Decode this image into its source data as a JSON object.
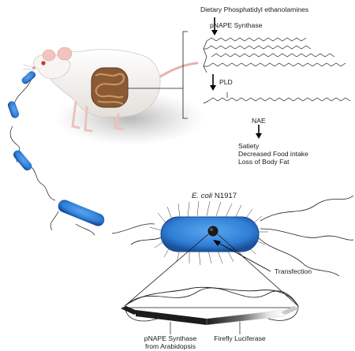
{
  "pathway": {
    "substrate": "Dietary Phosphatidyl ethanolamines",
    "enzyme_1": "pNAPE Synthase",
    "enzyme_2": "PLD",
    "product": "NAE",
    "effects": [
      "Satiety",
      "Decreased Food intake",
      "Loss of Body Fat"
    ]
  },
  "bacterium": {
    "species": "E. coli",
    "strain": "N1917",
    "step_label": "Transfection"
  },
  "plasmid": {
    "gene_1": "pNAPE Synthase",
    "gene_1_origin": "from Arabidopsis",
    "gene_2": "Firefly Luciferase"
  },
  "colors": {
    "bacteria_blue": "#2f7fd6",
    "bacteria_dark": "#1a4f9a",
    "gut": "#8a5a34",
    "rat_fur": "#f4f1ee",
    "rat_pink": "#e8a4a0",
    "ink": "#1a1a1a"
  }
}
